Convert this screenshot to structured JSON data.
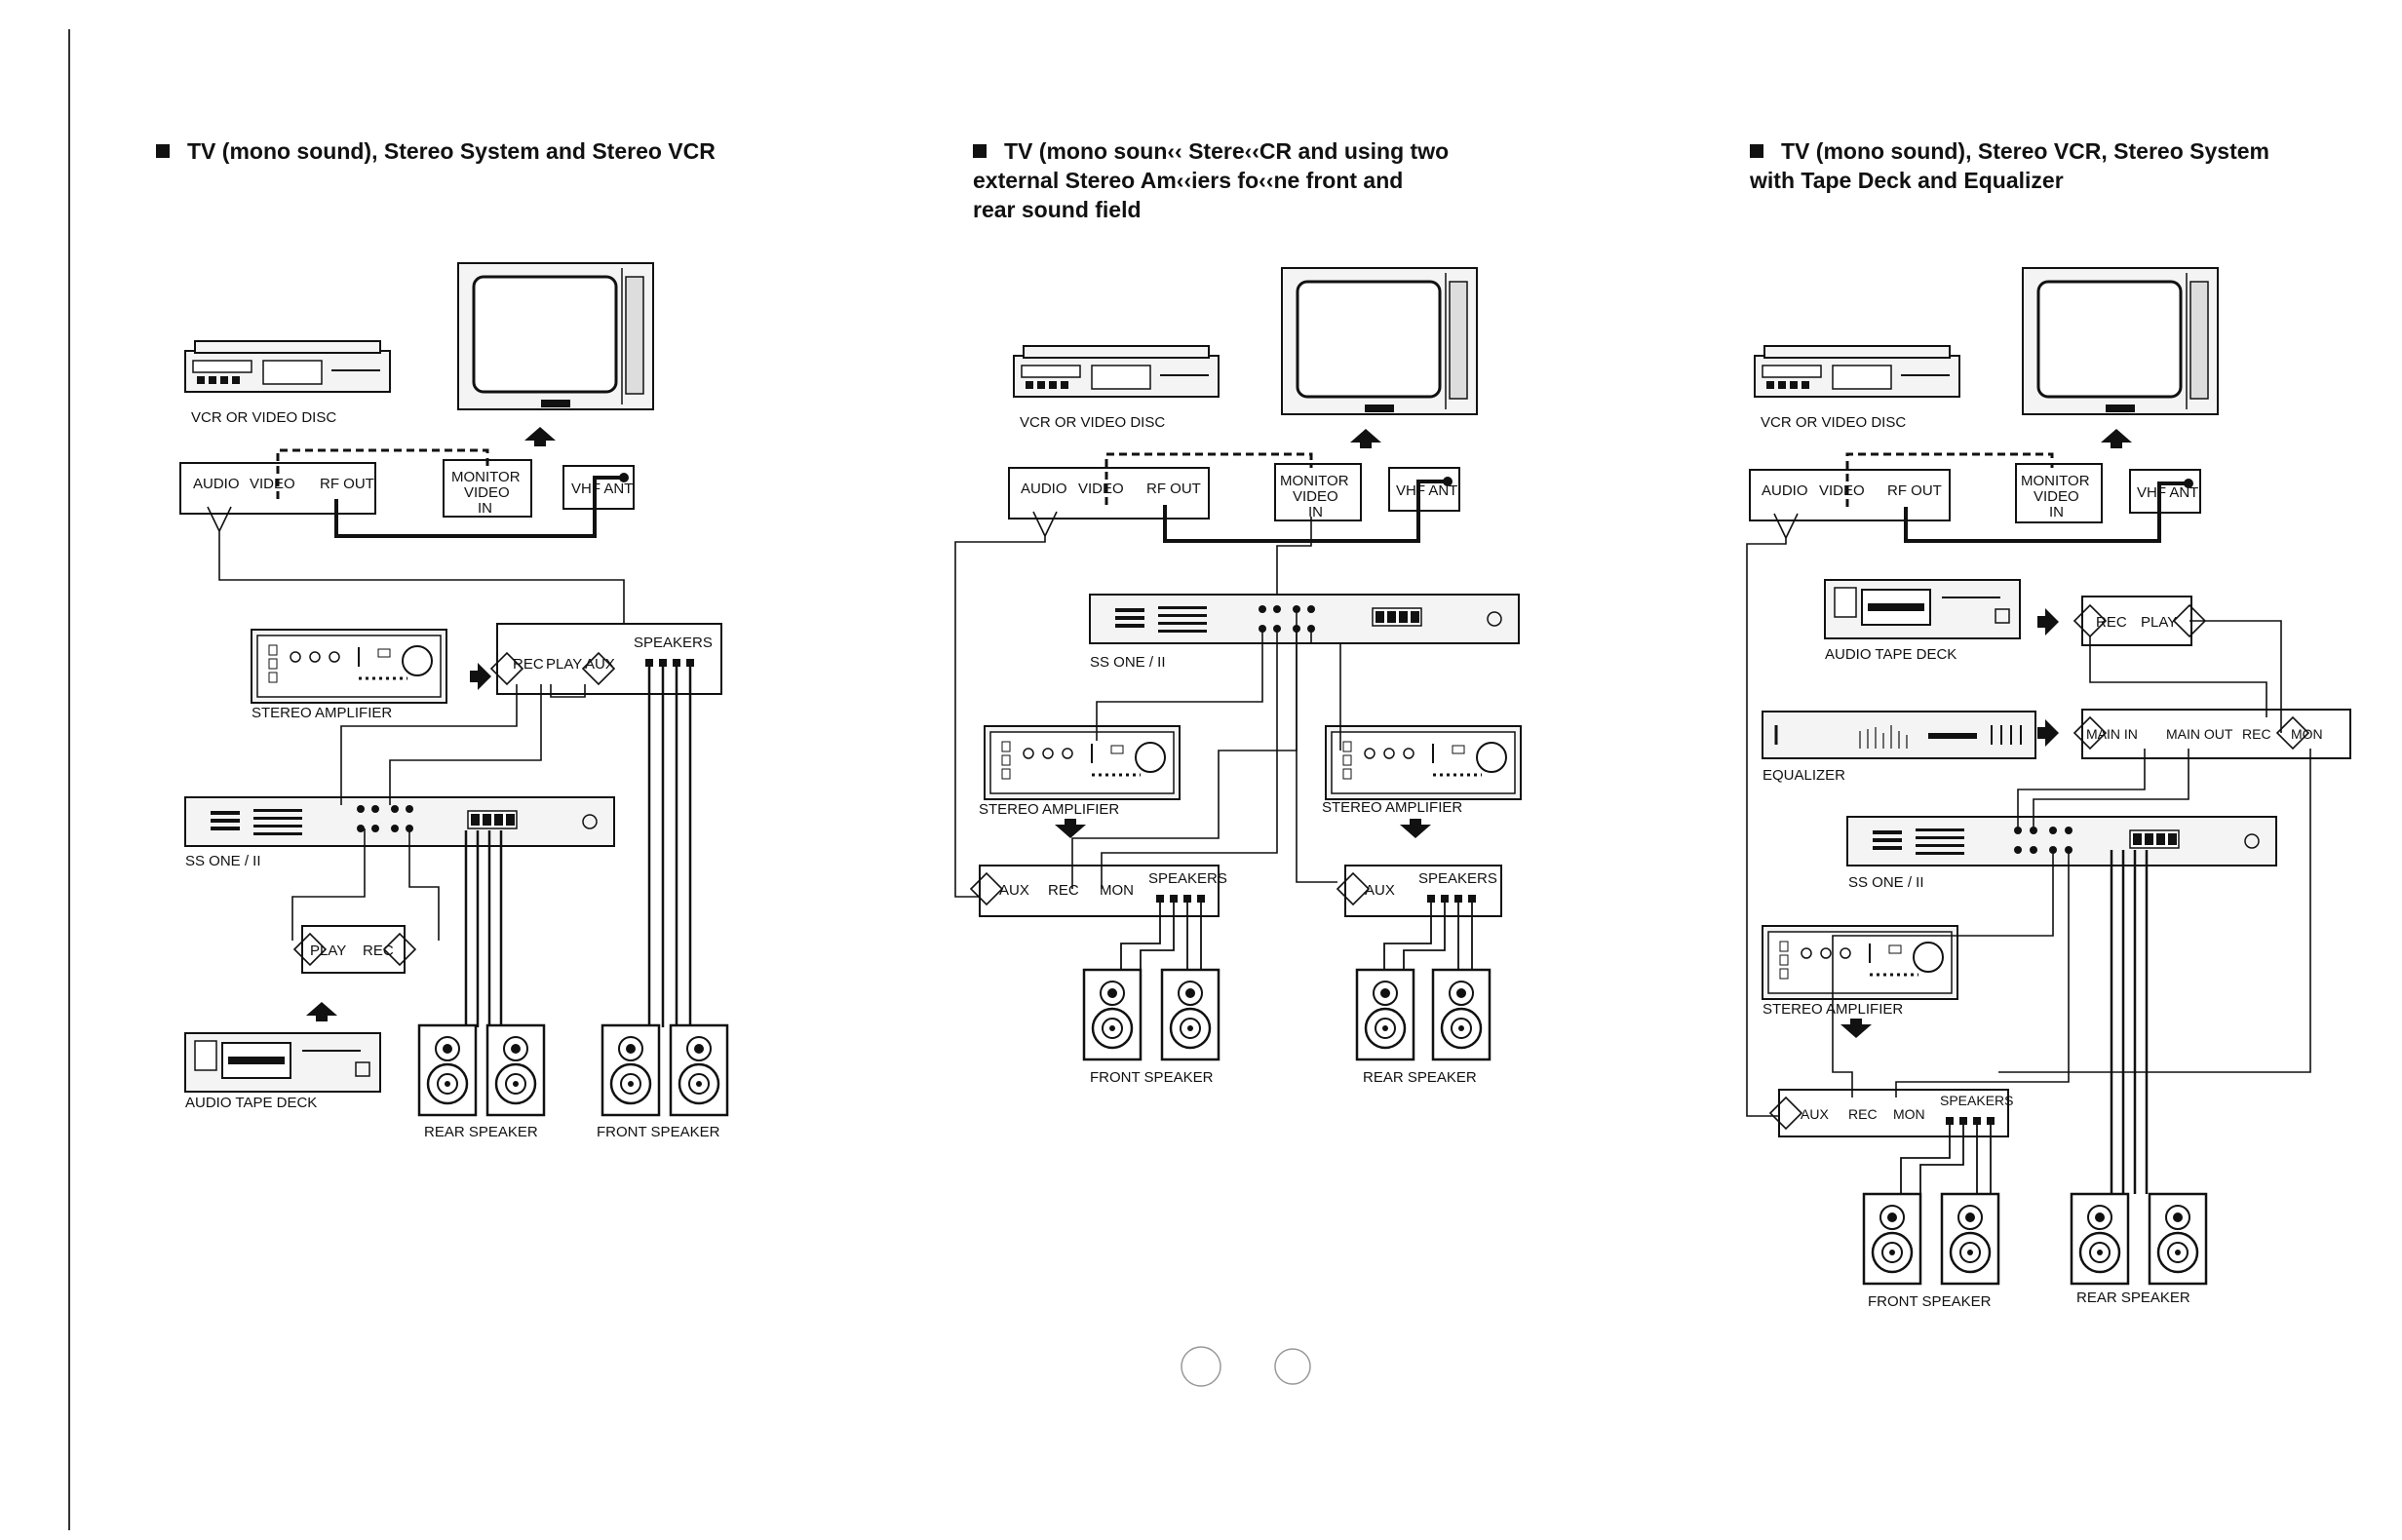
{
  "panels": [
    {
      "title_line1": "TV (mono sound), Stereo System and Stereo VCR",
      "title_line2": "",
      "title_line3": "",
      "labels": {
        "vcr": "VCR OR VIDEO DISC",
        "audio": "AUDIO",
        "video": "VIDEO",
        "rf_out": "RF OUT",
        "monitor1": "MONITOR",
        "monitor2": "VIDEO",
        "monitor3": "IN",
        "vhf": "VHF ANT",
        "rec": "REC",
        "play": "PLAY",
        "aux": "AUX",
        "speakers": "SPEAKERS",
        "amp": "STEREO AMPLIFIER",
        "ss": "SS ONE / II",
        "deck_play": "PLAY",
        "deck_rec": "REC",
        "deck": "AUDIO TAPE DECK",
        "rear": "REAR SPEAKER",
        "front": "FRONT SPEAKER"
      }
    },
    {
      "title_line1": "TV (mono soun‹‹ Stere‹‹CR and using two",
      "title_line2": "external Stereo Am‹‹iers fo‹‹ne front and",
      "title_line3": "rear sound field",
      "labels": {
        "vcr": "VCR OR VIDEO DISC",
        "audio": "AUDIO",
        "video": "VIDEO",
        "rf_out": "RF OUT",
        "monitor1": "MONITOR",
        "monitor2": "VIDEO",
        "monitor3": "IN",
        "vhf": "VHF ANT",
        "ss": "SS ONE / II",
        "amp_left": "STEREO AMPLIFIER",
        "amp_right": "STEREO AMPLIFIER",
        "aux": "AUX",
        "rec": "REC",
        "mon": "MON",
        "speakers_left": "SPEAKERS",
        "aux_right": "AUX",
        "speakers_right": "SPEAKERS",
        "front": "FRONT SPEAKER",
        "rear": "REAR SPEAKER"
      }
    },
    {
      "title_line1": "TV (mono sound), Stereo VCR, Stereo System",
      "title_line2": "with Tape Deck and Equalizer",
      "title_line3": "",
      "labels": {
        "vcr": "VCR OR VIDEO DISC",
        "audio": "AUDIO",
        "video": "VIDEO",
        "rf_out": "RF OUT",
        "monitor1": "MONITOR",
        "monitor2": "VIDEO",
        "monitor3": "IN",
        "vhf": "VHF ANT",
        "deck": "AUDIO TAPE DECK",
        "deck_rec": "REC",
        "deck_play": "PLAY",
        "eq": "EQUALIZER",
        "main_in": "MAIN IN",
        "main_out": "MAIN OUT",
        "rec": "REC",
        "mon": "MON",
        "ss": "SS ONE / II",
        "amp": "STEREO AMPLIFIER",
        "aux": "AUX",
        "rec2": "REC",
        "mon2": "MON",
        "speakers": "SPEAKERS",
        "front": "FRONT SPEAKER",
        "rear": "REAR SPEAKER"
      }
    }
  ]
}
